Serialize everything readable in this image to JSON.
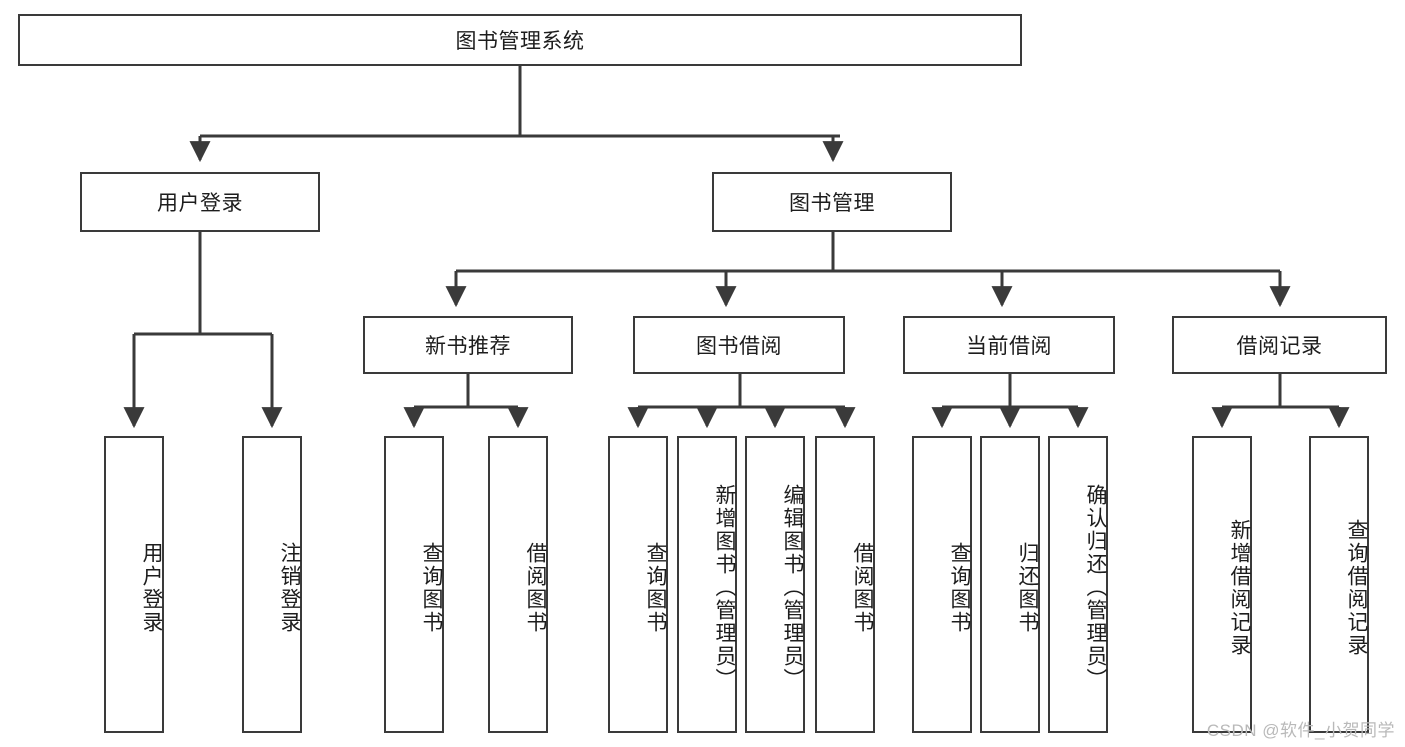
{
  "diagram": {
    "type": "tree-hierarchy",
    "title": "图书管理系统",
    "root": {
      "label": "图书管理系统"
    },
    "level1": [
      {
        "label": "用户登录"
      },
      {
        "label": "图书管理"
      }
    ],
    "level2": [
      {
        "label": "新书推荐"
      },
      {
        "label": "图书借阅"
      },
      {
        "label": "当前借阅"
      },
      {
        "label": "借阅记录"
      }
    ],
    "leaves": {
      "user_login": [
        {
          "label": "用户登录"
        },
        {
          "label": "注销登录"
        }
      ],
      "new_book_recommend": [
        {
          "label": "查询图书"
        },
        {
          "label": "借阅图书"
        }
      ],
      "book_borrow": [
        {
          "label": "查询图书"
        },
        {
          "label": "新增图书（管理员）"
        },
        {
          "label": "编辑图书（管理员）"
        },
        {
          "label": "借阅图书"
        }
      ],
      "current_borrow": [
        {
          "label": "查询图书"
        },
        {
          "label": "归还图书"
        },
        {
          "label": "确认归还（管理员）"
        }
      ],
      "borrow_record": [
        {
          "label": "新增借阅记录"
        },
        {
          "label": "查询借阅记录"
        }
      ]
    }
  },
  "watermark": {
    "text": "CSDN @软件_小贺同学"
  },
  "colors": {
    "stroke": "#3a3a3a",
    "text": "#1d1d1d",
    "background": "#ffffff",
    "watermark": "#b9b9b9"
  }
}
